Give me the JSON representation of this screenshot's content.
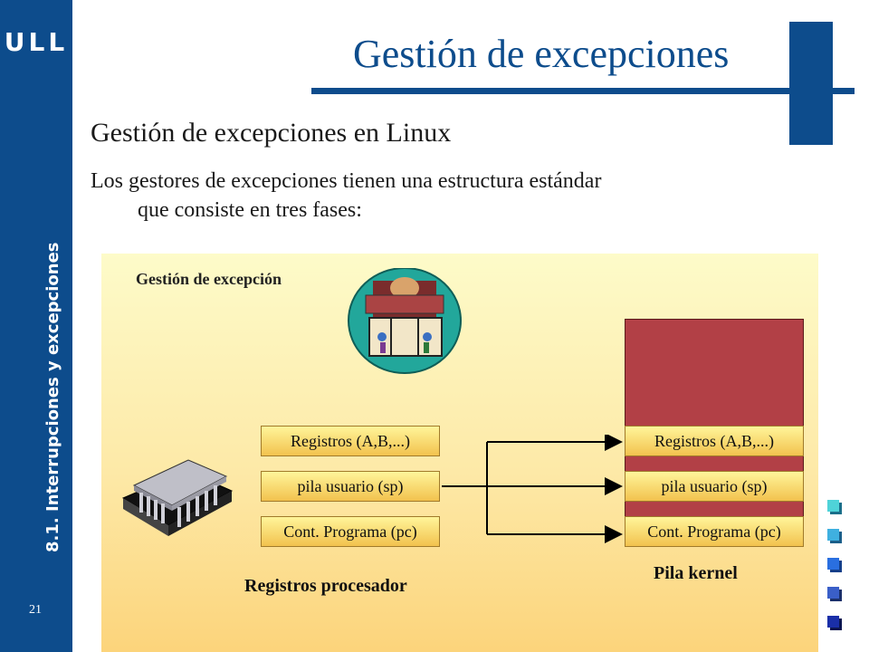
{
  "sidebar": {
    "logo": "ULL",
    "section_title": "8.1. Interrupciones y excepciones",
    "page_number": "21"
  },
  "slide": {
    "title": "Gestión de excepciones",
    "subtitle": "Gestión de excepciones en Linux",
    "body_line1": "Los gestores de excepciones tienen una estructura estándar",
    "body_line2": "que consiste en tres fases:"
  },
  "diagram": {
    "panel_title": "Gestión de excepción",
    "processor_registers": [
      "Registros (A,B,...)",
      "pila usuario (sp)",
      "Cont. Programa (pc)"
    ],
    "kernel_registers": [
      "Registros (A,B,...)",
      "pila usuario (sp)",
      "Cont. Programa (pc)"
    ],
    "processor_label": "Registros procesador",
    "kernel_label": "Pila kernel"
  },
  "colors": {
    "brand_blue": "#0d4c8c",
    "kernel_stack": "#b24046"
  }
}
